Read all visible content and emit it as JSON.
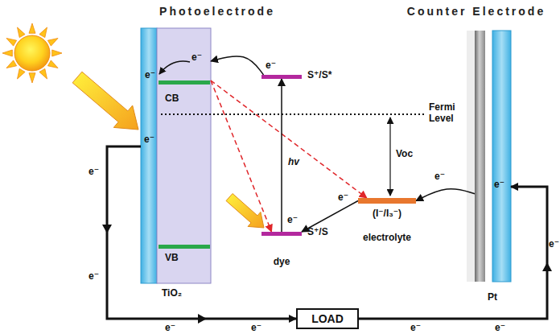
{
  "diagram": {
    "nodes": [
      {
        "text": [
          "CB",
          "VB",
          "TiO₂"
        ]
      },
      {
        "text": [
          "S⁺/S*"
        ]
      },
      {
        "text": [
          "S⁺/S"
        ]
      },
      {
        "text": [
          "(I⁻/I₃⁻)",
          "electrolyte"
        ]
      },
      {
        "text": [
          "Pt"
        ]
      },
      {
        "text": [
          "LOAD"
        ]
      }
    ],
    "edges": [
      {
        "from": 1,
        "to": 0,
        "arrow": "to",
        "label": "e⁻"
      },
      {
        "from": 0,
        "to": 2,
        "arrow": "to"
      },
      {
        "from": 0,
        "to": 3,
        "arrow": "to"
      },
      {
        "from": 2,
        "to": 1,
        "arrow": "to",
        "label": "hv"
      },
      {
        "from": 3,
        "to": 2,
        "arrow": "to",
        "label": "e⁻"
      },
      {
        "from": 4,
        "to": 3,
        "arrow": "to",
        "label": "e⁻"
      },
      {
        "from": 0,
        "to": 5,
        "arrow": "to"
      },
      {
        "from": 5,
        "to": 4,
        "arrow": "to"
      }
    ],
    "labels": [
      "Photoelectrode",
      "Counter Electrode",
      "e⁻",
      "e⁻",
      "e⁻",
      "e⁻",
      "e⁻",
      "e⁻",
      "e⁻",
      "e⁻",
      "e⁻",
      "e⁻",
      "e⁻",
      "e⁻",
      "Fermi Level",
      "Voc",
      "dye"
    ]
  }
}
